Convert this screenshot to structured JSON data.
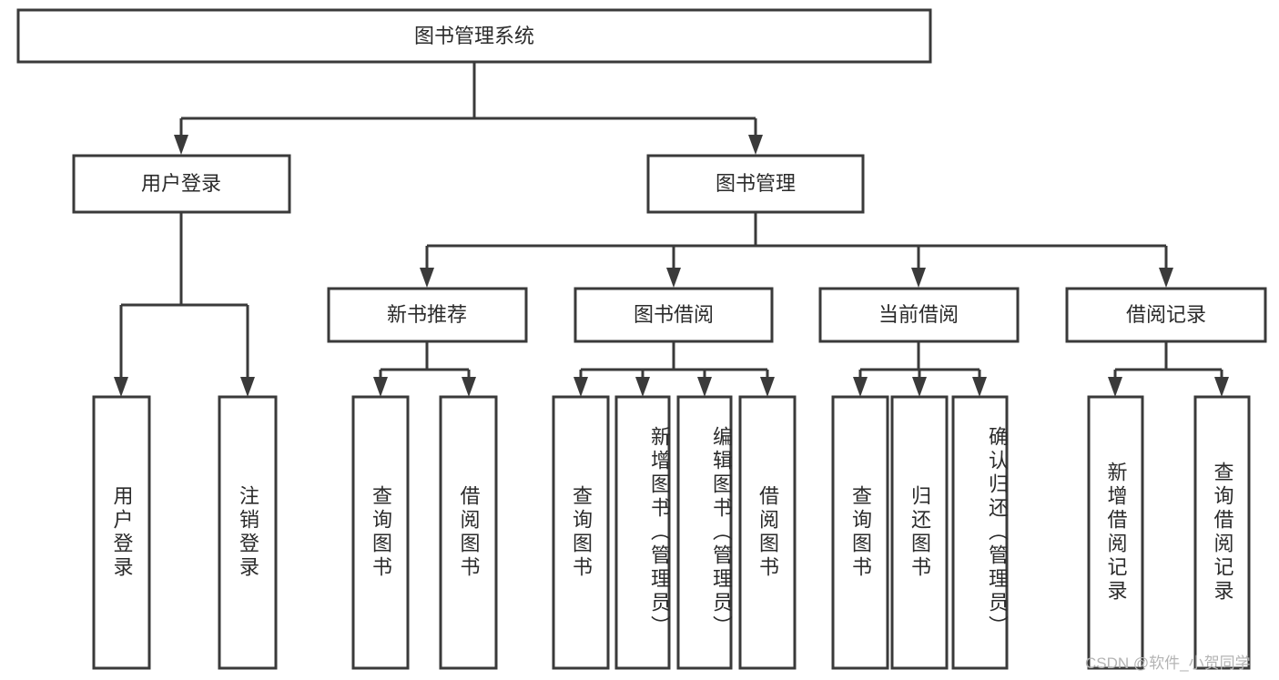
{
  "diagram": {
    "title": "图书管理系统",
    "type": "tree-hierarchy",
    "watermark": "CSDN @软件_小贺同学",
    "colors": {
      "box_stroke": "#3a3a3a",
      "box_fill": "#ffffff",
      "text": "#2b2b2b",
      "connector": "#3a3a3a",
      "background": "#ffffff",
      "watermark": "#b4b4b4"
    },
    "root": {
      "label": "图书管理系统"
    },
    "level2": [
      {
        "label": "用户登录"
      },
      {
        "label": "图书管理"
      }
    ],
    "level3": [
      {
        "label": "新书推荐"
      },
      {
        "label": "图书借阅"
      },
      {
        "label": "当前借阅"
      },
      {
        "label": "借阅记录"
      }
    ],
    "leaves": {
      "user_login": [
        {
          "label": "用户登录"
        },
        {
          "label": "注销登录"
        }
      ],
      "new_book_recommend": [
        {
          "label": "查询图书"
        },
        {
          "label": "借阅图书"
        }
      ],
      "book_borrow": [
        {
          "label": "查询图书"
        },
        {
          "label": "新增图书（管理员）"
        },
        {
          "label": "编辑图书（管理员）"
        },
        {
          "label": "借阅图书"
        }
      ],
      "current_borrow": [
        {
          "label": "查询图书"
        },
        {
          "label": "归还图书"
        },
        {
          "label": "确认归还（管理员）"
        }
      ],
      "borrow_records": [
        {
          "label": "新增借阅记录"
        },
        {
          "label": "查询借阅记录"
        }
      ]
    }
  }
}
